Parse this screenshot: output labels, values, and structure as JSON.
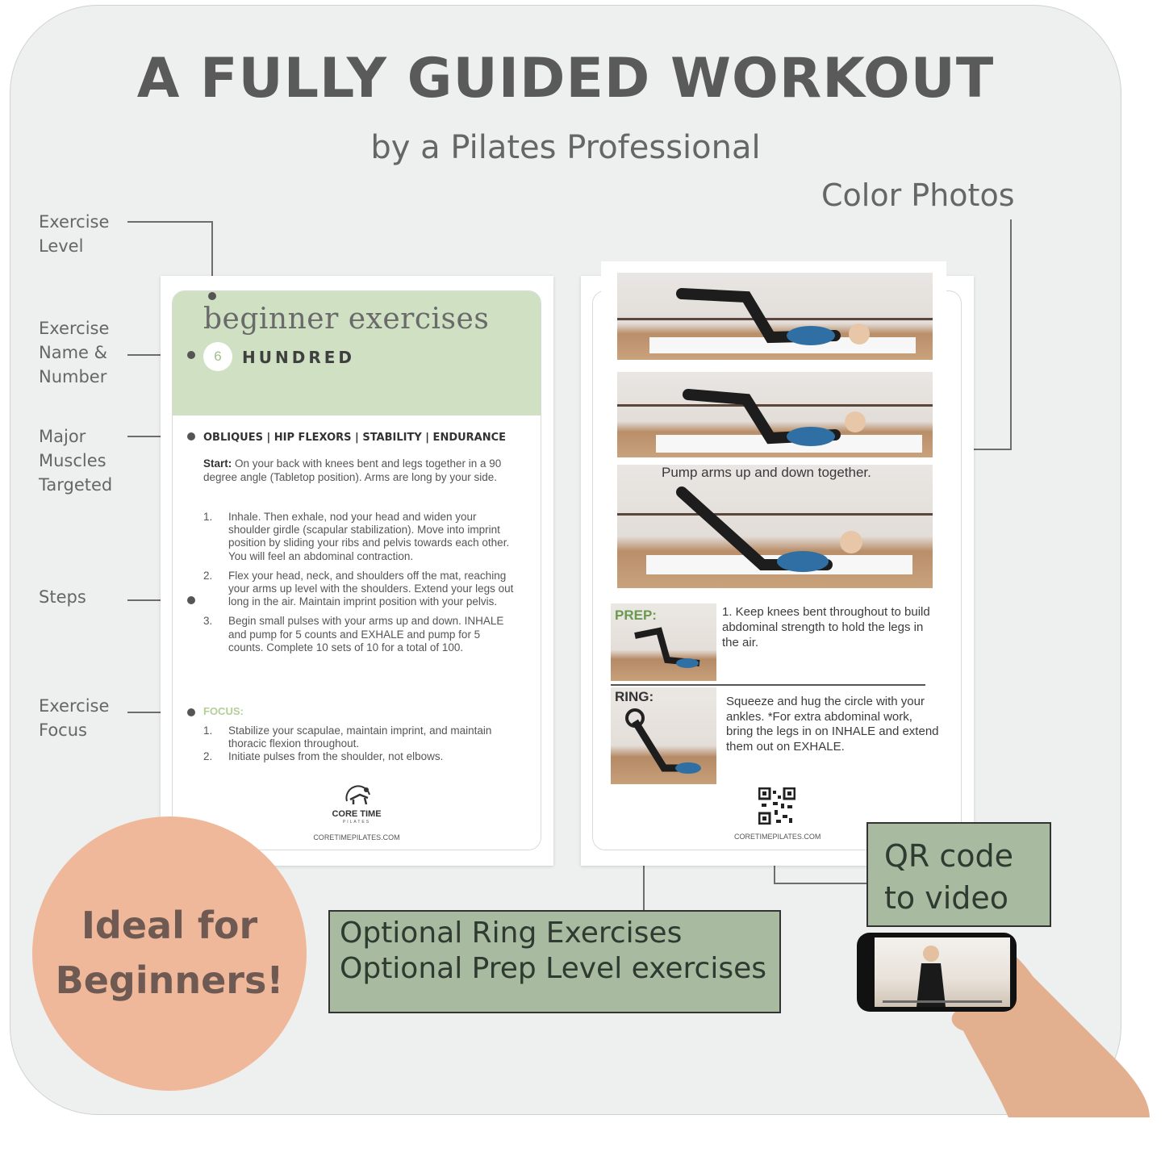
{
  "header": {
    "title": "A FULLY GUIDED WORKOUT",
    "subtitle": "by a Pilates Professional",
    "color_photos": "Color Photos"
  },
  "side_labels": {
    "level": "Exercise\nLevel",
    "name_number": "Exercise\nName &\nNumber",
    "muscles": "Major\nMuscles\nTargeted",
    "steps": "Steps",
    "focus": "Exercise\nFocus"
  },
  "card_left": {
    "level": "beginner exercises",
    "number": "6",
    "name": "HUNDRED",
    "muscles": "OBLIQUES | HIP FLEXORS | STABILITY | ENDURANCE",
    "start_label": "Start:",
    "start_text": "On your back with knees bent and legs together in a 90 degree angle (Tabletop position). Arms are long by your side.",
    "steps": [
      {
        "n": "1.",
        "text": "Inhale. Then exhale, nod your head and widen your shoulder girdle (scapular stabilization). Move into imprint position by sliding your ribs and pelvis towards each other. You will feel an abdominal contraction."
      },
      {
        "n": "2.",
        "text": "Flex your head, neck, and shoulders off the mat, reaching your arms up level with the shoulders. Extend your legs out long in the air. Maintain imprint position with your pelvis."
      },
      {
        "n": "3.",
        "text": "Begin small pulses with your arms up and down. INHALE and pump for 5 counts and EXHALE and pump for 5 counts. Complete 10 sets of 10 for a total of 100."
      }
    ],
    "focus_label": "FOCUS:",
    "focus": [
      {
        "n": "1.",
        "text": "Stabilize your scapulae, maintain imprint, and maintain thoracic flexion throughout."
      },
      {
        "n": "2.",
        "text": "Initiate pulses from the shoulder, not elbows."
      }
    ],
    "brand": "CORE TIME",
    "brand_sub": "PILATES",
    "url": "CORETIMEPILATES.COM"
  },
  "card_right": {
    "pump_caption": "Pump arms up and down together.",
    "prep_label": "PREP:",
    "prep_text": "1. Keep knees bent throughout to build abdominal strength to hold the legs in the air.",
    "ring_label": "RING:",
    "ring_text": "Squeeze and hug the circle with your ankles. *For extra abdominal work, bring the legs in on INHALE and extend them out on EXHALE.",
    "url": "CORETIMEPILATES.COM"
  },
  "badge": {
    "line1": "Ideal for",
    "line2": "Beginners!"
  },
  "optional_box": {
    "line1": "Optional Ring Exercises",
    "line2": "Optional Prep Level exercises"
  },
  "qr_box": {
    "line1": "QR code",
    "line2": "to video"
  },
  "colors": {
    "panel_bg": "#eef0ef",
    "card_header_green": "#cfe0c3",
    "focus_green": "#b3cf97",
    "badge_peach": "#efb89a",
    "box_sage": "#a8baa0"
  }
}
